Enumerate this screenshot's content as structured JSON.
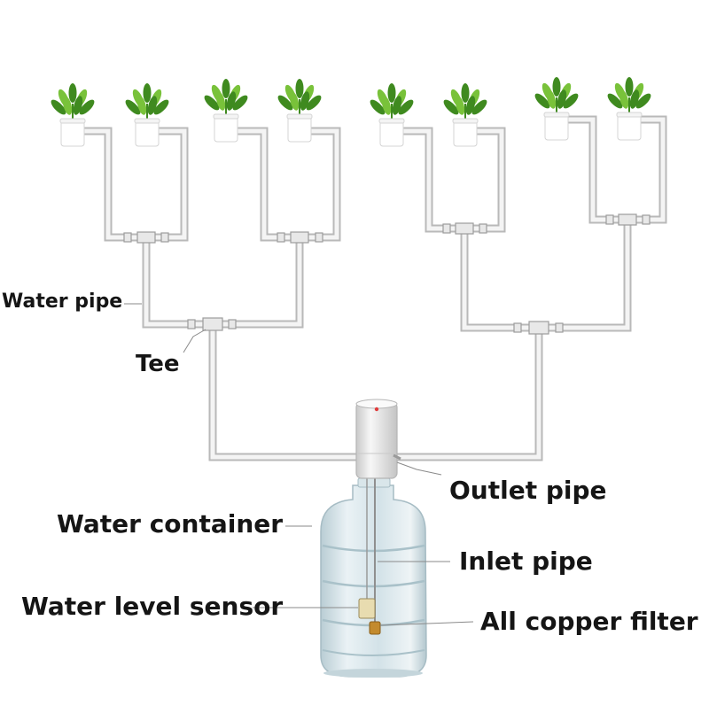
{
  "labels": {
    "water_pipe": "Water pipe",
    "tee": "Tee",
    "outlet_pipe": "Outlet pipe",
    "water_container": "Water container",
    "inlet_pipe": "Inlet pipe",
    "water_level_sensor": "Water level sensor",
    "all_copper_filter": "All copper filter"
  },
  "plant_pots": {
    "count": 8
  },
  "colors": {
    "pipe_outline": "#b9b9b9",
    "pipe_fill": "#f2f2f2",
    "leaf_dark": "#3f8a1f",
    "leaf_light": "#79c23a",
    "pot": "#ffffff",
    "pot_edge": "#d4d4d4",
    "bottle": "#d7e5ea",
    "pump_body": "#ececec",
    "callout_line": "#8a8a8a",
    "label_text": "#151515"
  }
}
